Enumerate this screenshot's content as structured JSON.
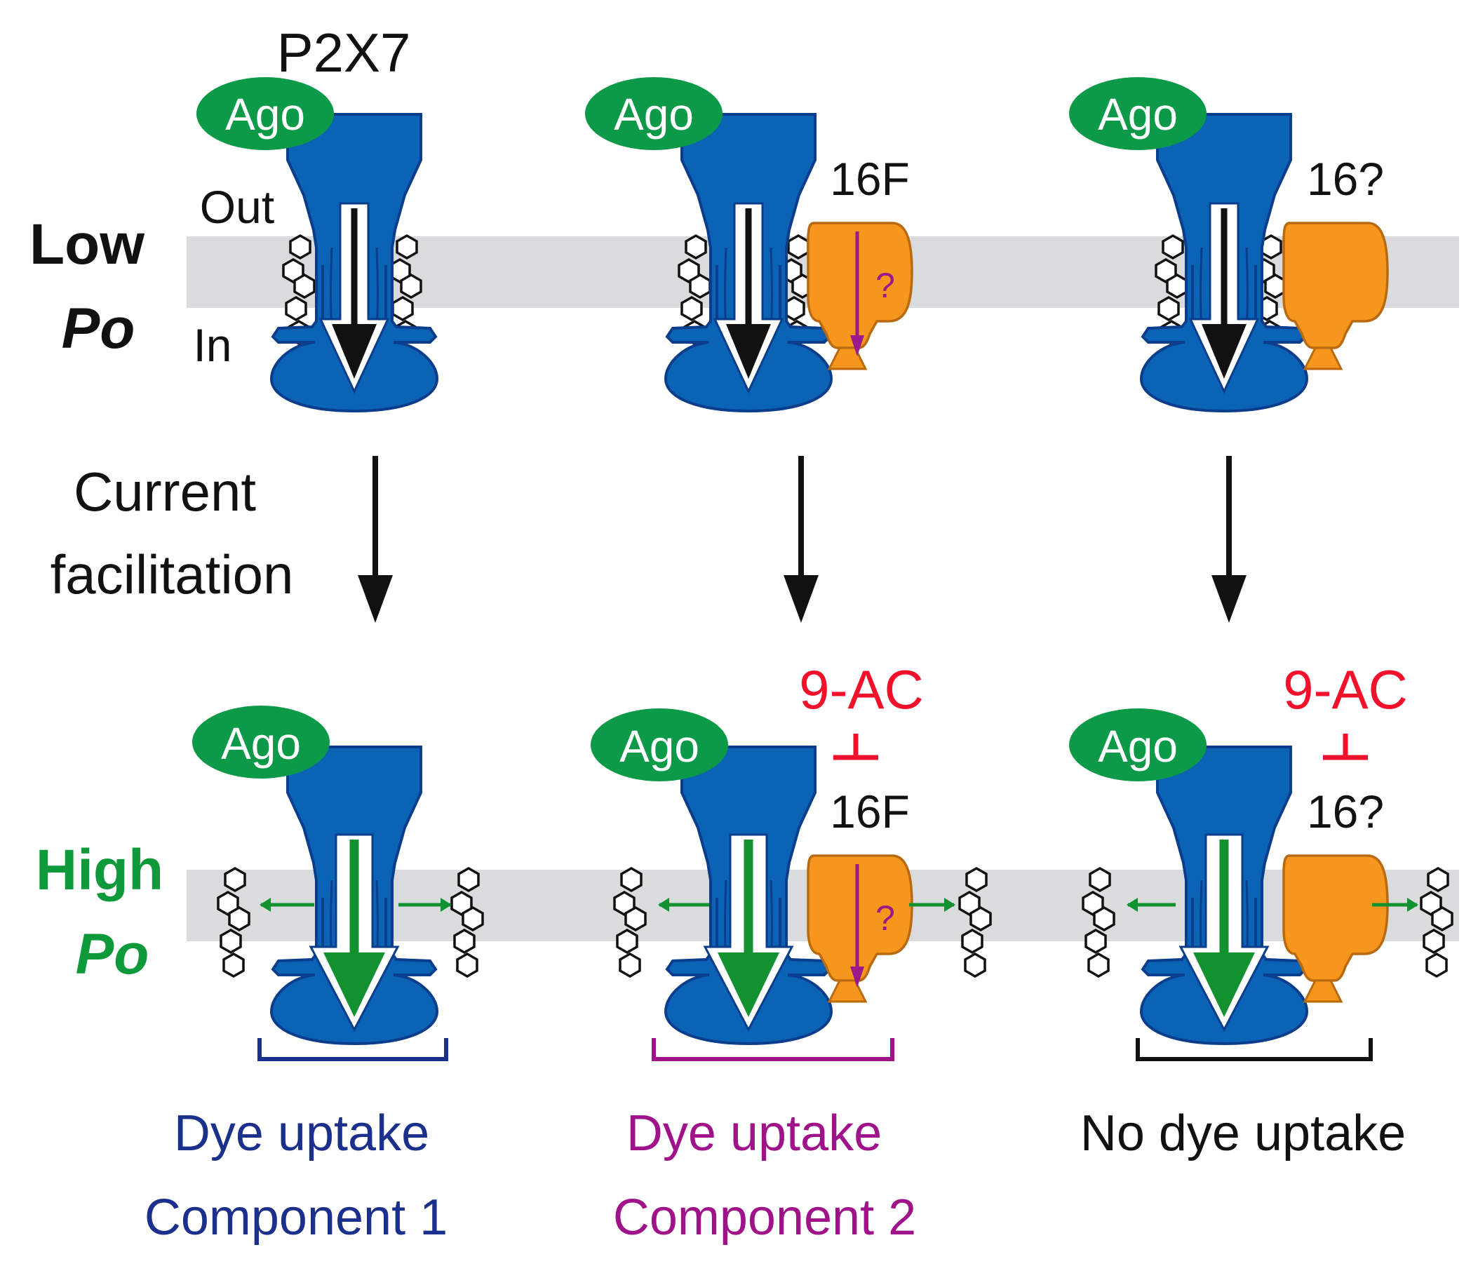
{
  "title": "P2X7",
  "side_labels": {
    "out": "Out",
    "in": "In",
    "low": "Low",
    "high": "High",
    "po": "Po"
  },
  "agonist_label": "Ago",
  "row_transition_label": [
    "Current",
    "facilitation"
  ],
  "partners": {
    "col2": "16F",
    "col3": "16?",
    "unknown_path_mark": "?"
  },
  "inhibitor": "9-AC",
  "outcomes": {
    "col1": [
      "Dye uptake",
      "Component 1"
    ],
    "col2": [
      "Dye uptake",
      "Component 2"
    ],
    "col3": [
      "No dye uptake"
    ]
  },
  "colors": {
    "channel_blue": "#0a63b4",
    "channel_stroke": "#0a3d8c",
    "ago_green": "#0d9a48",
    "partner_orange": "#f7961c",
    "partner_stroke": "#b96a10",
    "membrane_gray": "#d9dbdd",
    "flow_green": "#11912f",
    "flow_purple": "#9a1a8c",
    "inhibitor_red": "#f2102a",
    "comp1_blue": "#1b2f8c",
    "comp2_magenta": "#a0128a",
    "text_black": "#111111"
  }
}
